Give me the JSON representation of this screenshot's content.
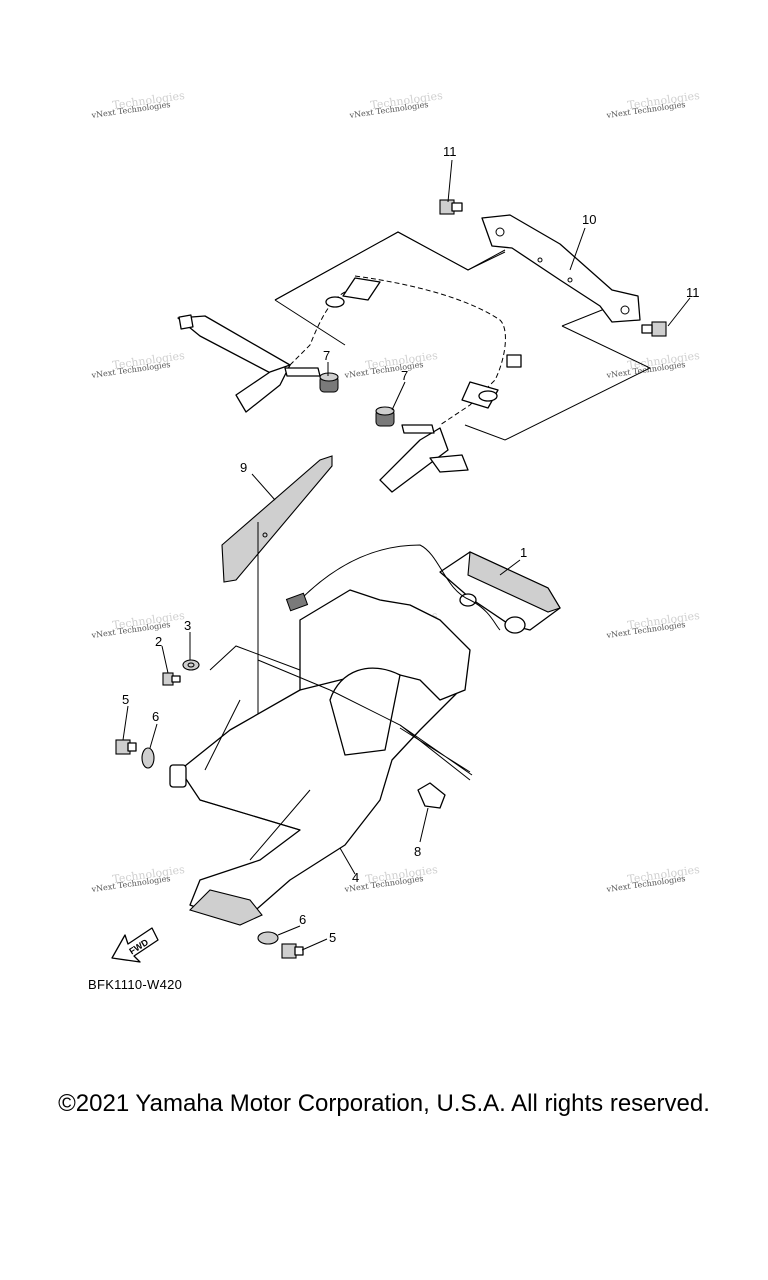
{
  "diagram": {
    "code": "BFK1110-W420",
    "fwd_label": "FWD",
    "watermark_text": "vNext Technologies",
    "watermark_ghost": "Technologies",
    "callouts": [
      {
        "id": "c11a",
        "label": "11"
      },
      {
        "id": "c10",
        "label": "10"
      },
      {
        "id": "c11b",
        "label": "11"
      },
      {
        "id": "c7a",
        "label": "7"
      },
      {
        "id": "c7b",
        "label": "7"
      },
      {
        "id": "c9",
        "label": "9"
      },
      {
        "id": "c1",
        "label": "1"
      },
      {
        "id": "c3",
        "label": "3"
      },
      {
        "id": "c2",
        "label": "2"
      },
      {
        "id": "c5a",
        "label": "5"
      },
      {
        "id": "c6a",
        "label": "6"
      },
      {
        "id": "c8",
        "label": "8"
      },
      {
        "id": "c4",
        "label": "4"
      },
      {
        "id": "c6b",
        "label": "6"
      },
      {
        "id": "c5b",
        "label": "5"
      }
    ]
  },
  "footer": {
    "copyright": "©2021 Yamaha Motor Corporation, U.S.A. All rights reserved."
  }
}
